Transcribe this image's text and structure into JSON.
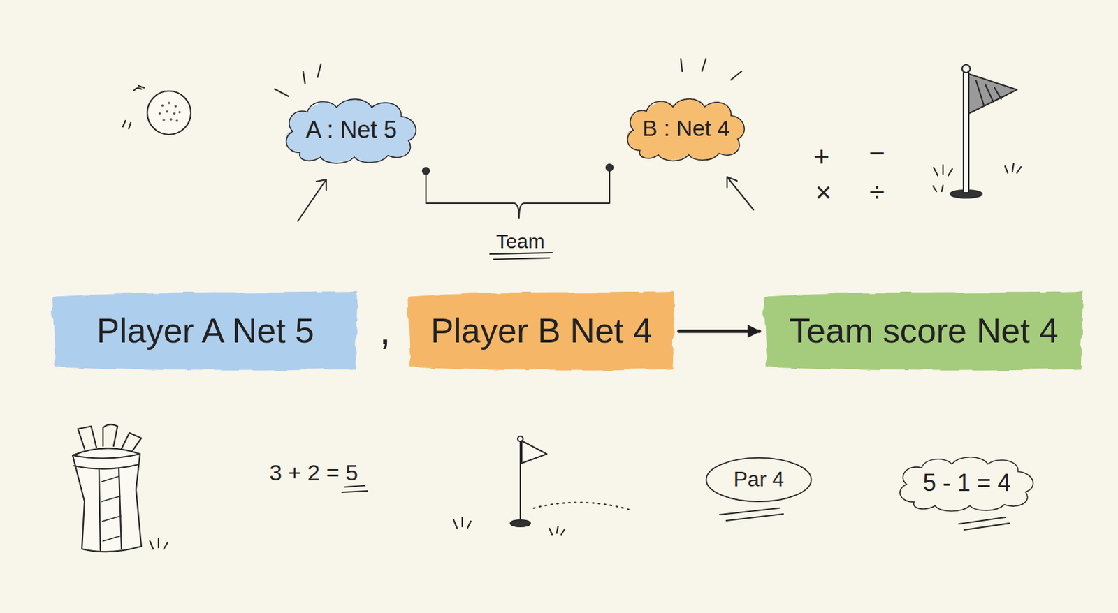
{
  "diagram": {
    "nodes": [
      {
        "text": [
          "A : Net 5"
        ]
      },
      {
        "text": [
          "B : Net 4"
        ]
      },
      {
        "text": [
          "Player A Net 5"
        ]
      },
      {
        "text": [
          "Player B Net 4"
        ]
      },
      {
        "text": [
          "Team score Net 4"
        ]
      },
      {
        "text": [
          "Par 4"
        ]
      },
      {
        "text": [
          "5 - 1 = 4"
        ]
      }
    ],
    "edges": [
      {
        "from": 3,
        "to": 4,
        "arrow": "to"
      }
    ],
    "labels": [
      "Team",
      "+",
      "−",
      "×",
      "÷",
      ",",
      "3 + 2 = 5"
    ]
  }
}
